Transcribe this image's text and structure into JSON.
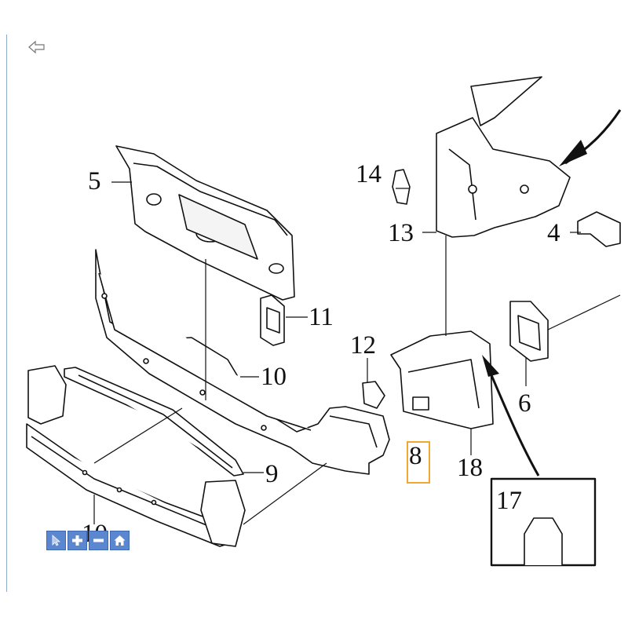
{
  "nav": {
    "back_icon": "back-arrow-icon"
  },
  "diagram": {
    "title": "",
    "callouts": {
      "c4": "4",
      "c5": "5",
      "c6": "6",
      "c8": "8",
      "c9": "9",
      "c10a": "10",
      "c10b": "10",
      "c11": "11",
      "c12": "12",
      "c13": "13",
      "c14": "14",
      "c17": "17",
      "c18": "18"
    },
    "highlighted_callout": "8",
    "colors": {
      "highlight": "#f0a830",
      "toolbar": "#5b86d0",
      "rule": "#8fa9c8"
    }
  },
  "toolbar": {
    "items": [
      "pointer-icon",
      "zoom-in-icon",
      "zoom-out-icon",
      "home-icon"
    ]
  }
}
